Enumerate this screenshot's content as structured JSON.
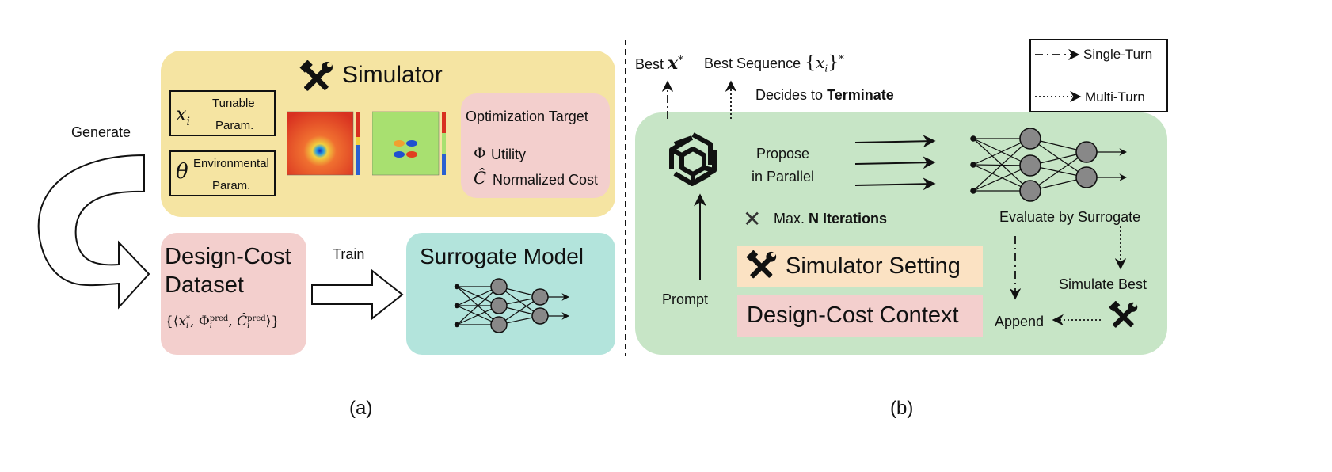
{
  "colors": {
    "simulator_bg": "#f5e4a2",
    "dataset_bg": "#f3cfcd",
    "surrogate_bg": "#b3e4dc",
    "panel_b_bg": "#c7e5c6",
    "setting_bg": "#fbe2c3",
    "context_bg": "#f3cfcd"
  },
  "panel_a": {
    "caption": "(a)",
    "generate_label": "Generate",
    "train_label": "Train",
    "simulator": {
      "title": "Simulator",
      "icon": "tools-icon",
      "x_symbol": "x",
      "x_sub": "i",
      "x_label_1": "Tunable",
      "x_label_2": "Param.",
      "theta_symbol": "θ",
      "theta_label_1": "Environmental",
      "theta_label_2": "Param.",
      "target_title": "Optimization Target",
      "phi_symbol": "Φ",
      "phi_label": "Utility",
      "cost_symbol": "Ĉ",
      "cost_label": "Normalized Cost"
    },
    "dataset": {
      "title_1": "Design-Cost",
      "title_2": "Dataset",
      "formula_open": "{⟨",
      "x": "x",
      "x_sup": "*",
      "x_sub": "i",
      "phi": "Φ",
      "phi_sup": "pred",
      "phi_sub": "i",
      "c": "Ĉ",
      "c_sup": "pred",
      "c_sub": "i",
      "formula_close": "⟩}",
      "comma": ","
    },
    "surrogate": {
      "title": "Surrogate Model"
    }
  },
  "panel_b": {
    "caption": "(b)",
    "best_x_label": "Best",
    "best_x_symbol": "x",
    "best_x_sup": "*",
    "best_seq_label": "Best Sequence",
    "best_seq_open": "{",
    "best_seq_symbol": "x",
    "best_seq_sub": "i",
    "best_seq_close": "}",
    "best_seq_sup": "*",
    "decides_label": "Decides to",
    "terminate_label": "Terminate",
    "legend_single": "Single-Turn",
    "legend_multi": "Multi-Turn",
    "propose_1": "Propose",
    "propose_2": "in Parallel",
    "times_symbol": "✕",
    "max_label": "Max.",
    "iterations_label": "N Iterations",
    "evaluate_label": "Evaluate by Surrogate",
    "prompt_label": "Prompt",
    "simulator_setting": "Simulator Setting",
    "design_cost_context": "Design-Cost Context",
    "simulate_best": "Simulate Best",
    "append_label": "Append"
  }
}
